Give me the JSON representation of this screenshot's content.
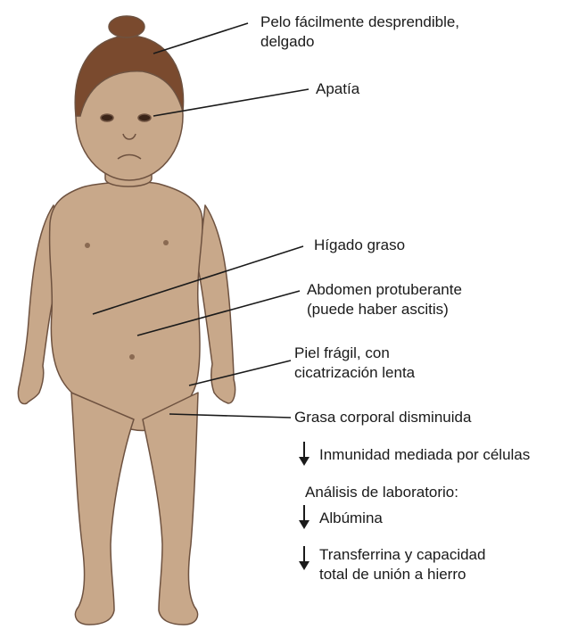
{
  "labels": {
    "hair": [
      "Pelo fácilmente desprendible,",
      "delgado"
    ],
    "apathy": "Apatía",
    "fatty_liver": "Hígado graso",
    "abdomen": [
      "Abdomen protuberante",
      "(puede haber ascitis)"
    ],
    "skin": [
      "Piel frágil, con",
      "cicatrización lenta"
    ],
    "body_fat": "Grasa corporal disminuida",
    "immunity": "Inmunidad mediada por células",
    "lab_heading": "Análisis de laboratorio:",
    "albumin": "Albúmina",
    "transferrin": [
      "Transferrina y capacidad",
      "total de unión a hierro"
    ]
  },
  "colors": {
    "skin": "#c8a88a",
    "skin_outline": "#6e5240",
    "hair": "#7a4a2e",
    "leader_line": "#1a1a1a"
  },
  "icons": {
    "decrease_arrow": "down-arrow-icon"
  }
}
